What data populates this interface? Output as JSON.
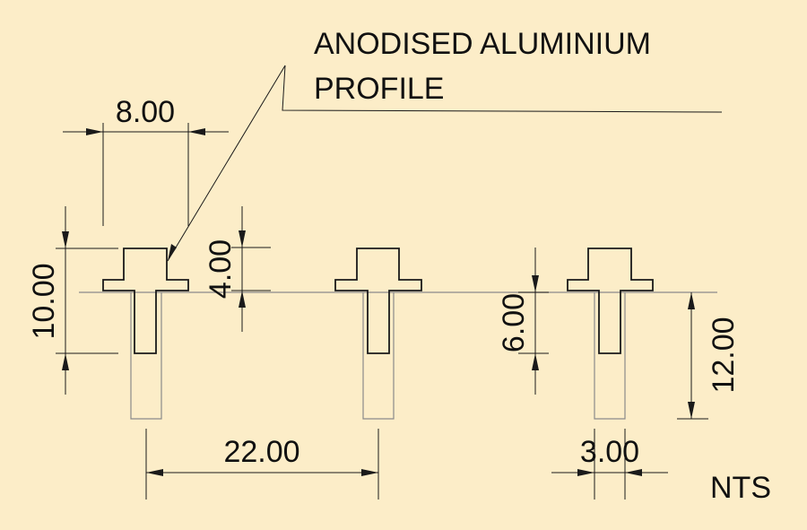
{
  "drawing": {
    "callout_line1": "ANODISED ALUMINIUM",
    "callout_line2": "PROFILE",
    "scale_note": "NTS",
    "dimensions": {
      "flange_width": "8.00",
      "profile_height": "10.00",
      "cap_height": "4.00",
      "stem_depth": "6.00",
      "slot_depth": "12.00",
      "spacing": "22.00",
      "slot_width": "3.00"
    }
  },
  "colors": {
    "background": "#fcedc8",
    "line": "#1a1a1a",
    "hidden_line": "#8a8a8a"
  }
}
